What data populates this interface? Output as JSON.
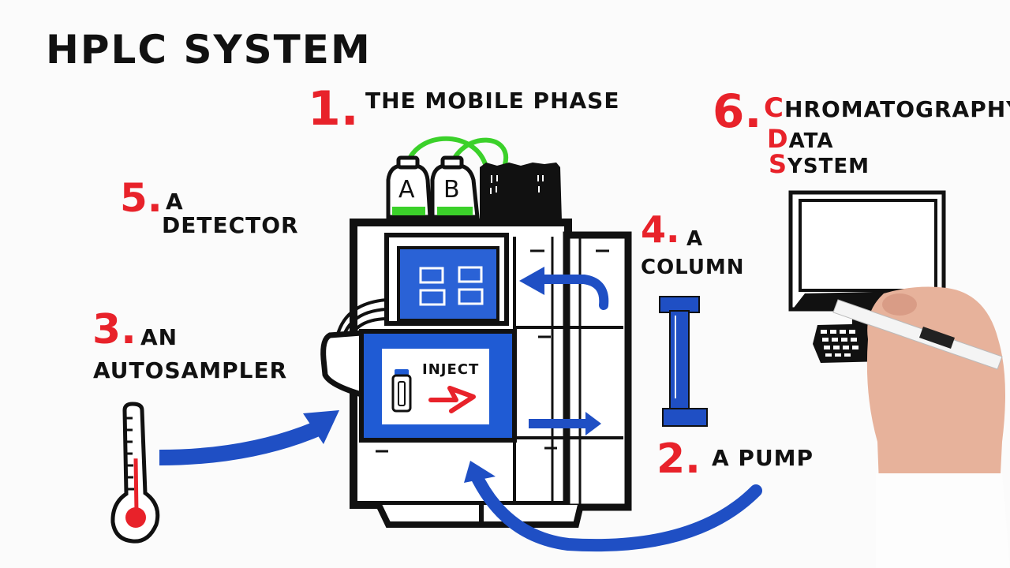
{
  "title": "HPLC SYSTEM",
  "colors": {
    "accent_red": "#e8222a",
    "accent_blue": "#1f4fc4",
    "accent_green": "#3bd12a",
    "ink": "#111111"
  },
  "components": [
    {
      "number": "1.",
      "label_lines": [
        "THE MOBILE PHASE"
      ],
      "name": "mobile-phase"
    },
    {
      "number": "2.",
      "label_lines": [
        "A PUMP"
      ],
      "name": "pump"
    },
    {
      "number": "3.",
      "label_lines": [
        "AN",
        "AUTOSAMPLER"
      ],
      "name": "autosampler"
    },
    {
      "number": "4.",
      "label_lines": [
        "A",
        "COLUMN"
      ],
      "name": "column"
    },
    {
      "number": "5.",
      "label_lines": [
        "A",
        "DETECTOR"
      ],
      "name": "detector"
    },
    {
      "number": "6.",
      "label_lines": [
        "CHROMATOGRAPHY",
        "DATA",
        "SYSTEM"
      ],
      "acronym": [
        "C",
        "D",
        "S"
      ],
      "label_rest": [
        "HROMATOGRAPHY",
        "ATA",
        "YSTEM"
      ],
      "name": "cds"
    }
  ],
  "bottles": [
    "A",
    "B"
  ],
  "autosampler_panel": {
    "label": "INJECT"
  },
  "thermometer": {
    "fill_fraction": 0.55
  }
}
